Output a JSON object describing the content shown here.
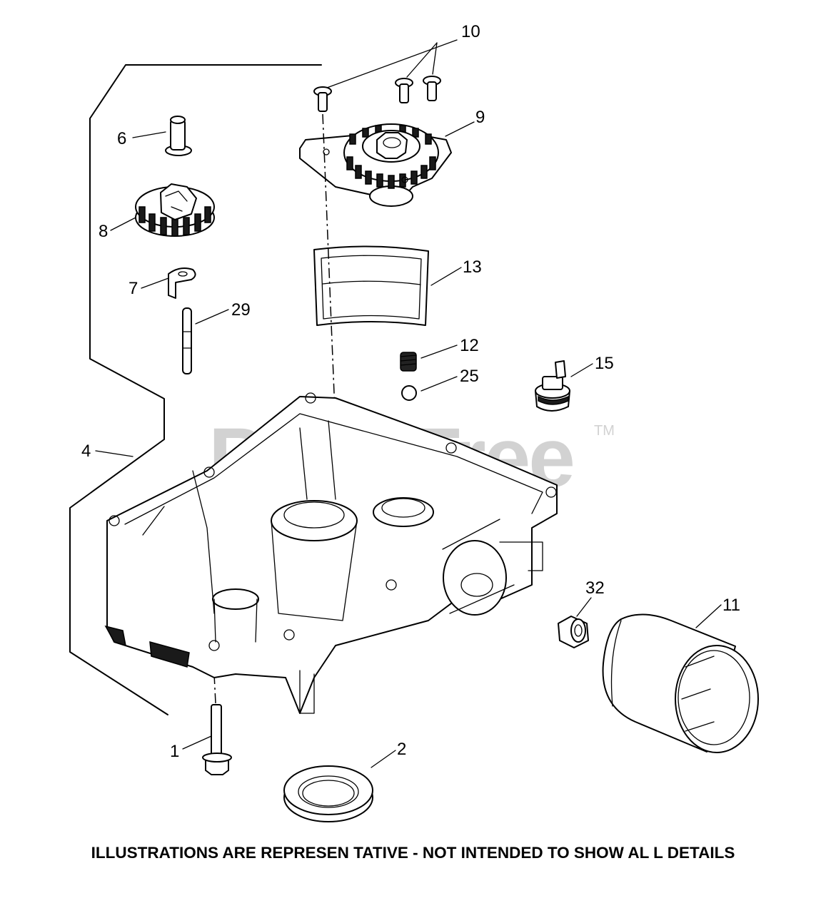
{
  "watermark": {
    "text": "PartsTree",
    "tm": "TM"
  },
  "callouts": {
    "c1": "1",
    "c2": "2",
    "c4": "4",
    "c6": "6",
    "c7": "7",
    "c8": "8",
    "c9": "9",
    "c10": "10",
    "c11": "11",
    "c12": "12",
    "c13": "13",
    "c15": "15",
    "c25": "25",
    "c29": "29",
    "c32": "32"
  },
  "footer": "ILLUSTRATIONS ARE REPRESEN TATIVE - NOT INTENDED TO SHOW AL L DETAILS"
}
